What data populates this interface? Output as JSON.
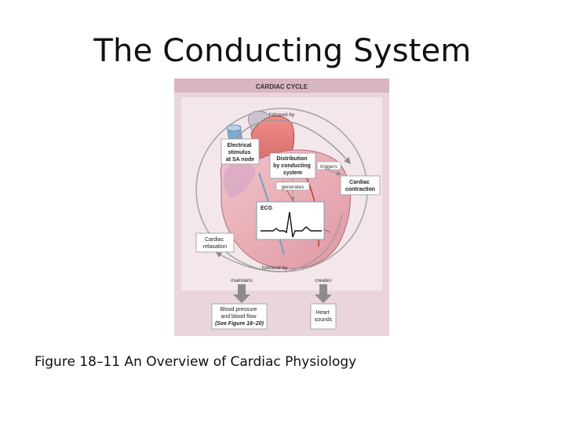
{
  "slide": {
    "title": "The Conducting System",
    "caption": "Figure 18–11 An Overview of Cardiac Physiology"
  },
  "diagram": {
    "header": "CARDIAC CYCLE",
    "boxes": {
      "stimulus": [
        "Electrical",
        "stimulus",
        "at SA node"
      ],
      "distribution": [
        "Distribution",
        "by conducting",
        "system"
      ],
      "contraction": [
        "Cardiac",
        "contraction"
      ],
      "relaxation": [
        "Cardiac",
        "relaxation"
      ],
      "ecg": "ECG",
      "blood": [
        "Blood pressure",
        "and blood flow",
        "(See Figure 18–20)"
      ],
      "sounds": [
        "Heart",
        "sounds"
      ]
    },
    "links": {
      "followed_by_top": "followed by",
      "triggers": "triggers",
      "generates": "generates",
      "followed_by_bottom": "followed by",
      "maintains": "maintains",
      "creates": "creates"
    }
  },
  "colors": {
    "panel": "#e9d3da",
    "header_bar": "#d8b2bf",
    "heart_pink": "#e9a7b0",
    "atrium_red": "#d9534f",
    "vessel_blue": "#8fb6d6",
    "arrow_gray": "#888888"
  }
}
